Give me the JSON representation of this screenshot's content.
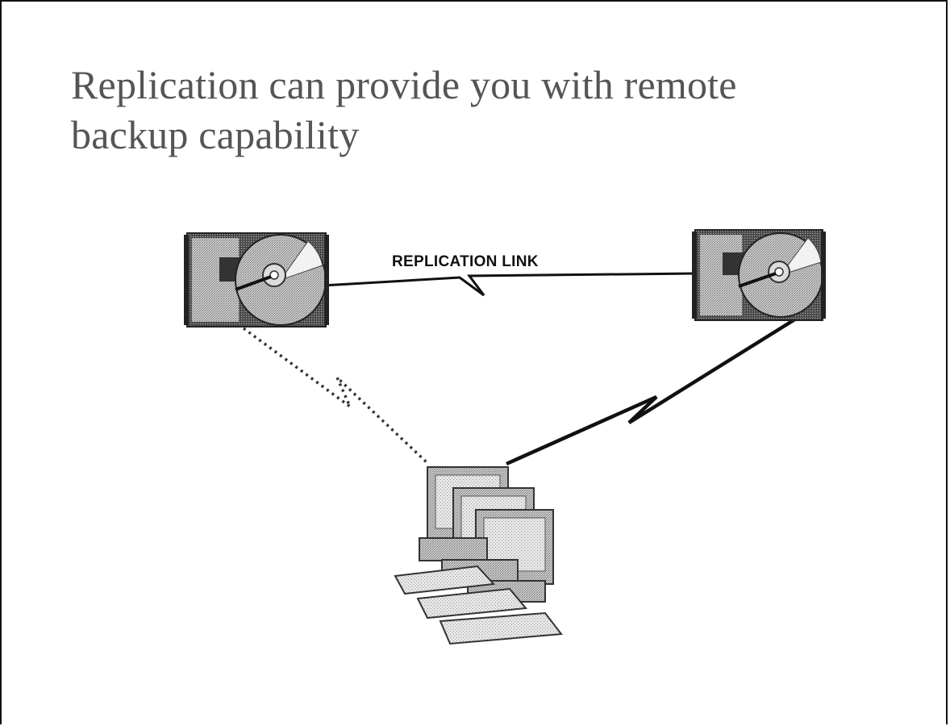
{
  "slide": {
    "title_lines": [
      "Replication can provide you with remote",
      "backup capability"
    ],
    "link_label": "REPLICATION LINK"
  },
  "icons": {
    "left_disk": "hard-disk-icon",
    "right_disk": "hard-disk-icon",
    "workstation": "desktop-computer-icon"
  }
}
